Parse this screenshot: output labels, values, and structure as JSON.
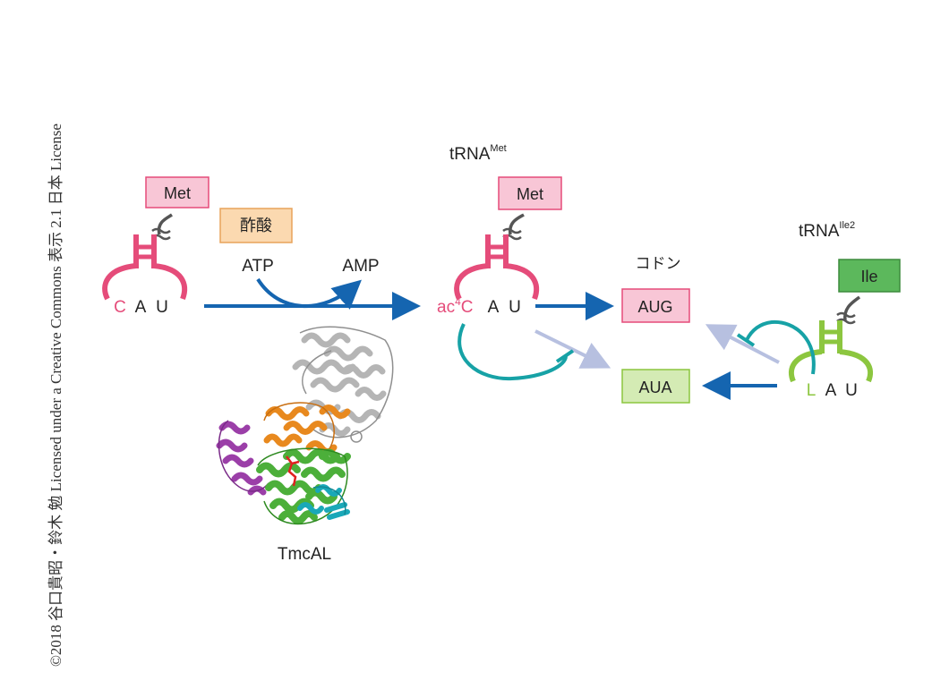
{
  "copyright": "©2018 谷口貴昭・鈴木 勉 Licensed under a Creative Commons 表示 2.1 日本 License",
  "left_trna": {
    "amino_acid": "Met",
    "anticodon": [
      "C",
      "A",
      "U"
    ]
  },
  "reaction": {
    "acetate_label": "酢酸",
    "atp_label": "ATP",
    "amp_label": "AMP"
  },
  "middle_trna": {
    "title_main": "tRNA",
    "title_sup": "Met",
    "amino_acid": "Met",
    "modified_base_prefix": "ac",
    "modified_base_sup": "4",
    "modified_base_suffix": "C",
    "anticodon_rest": [
      "A",
      "U"
    ]
  },
  "codons": {
    "heading": "コドン",
    "aug": "AUG",
    "aua": "AUA"
  },
  "right_trna": {
    "title_main": "tRNA",
    "title_sup": "Ile2",
    "amino_acid": "Ile",
    "anticodon": [
      "L",
      "A",
      "U"
    ]
  },
  "enzyme": {
    "name": "TmcAL"
  },
  "colors": {
    "met_pink": "#e54c7a",
    "met_box_fill": "#f8c6d6",
    "lysidine_green": "#8cc63f",
    "ile_box_fill": "#5cb85c",
    "aua_box_fill": "#d4ebb4",
    "acetate_box_fill": "#fbd9b0",
    "arrow_blue": "#1565b0",
    "inhibit_teal": "#17a2a6",
    "weak_arrow": "#b7c0e0",
    "ribbon_purple": "#9b3fa8",
    "ribbon_orange": "#e8891e",
    "ribbon_green": "#4caf3a",
    "ribbon_cyan": "#1aa8b8",
    "ribbon_gray": "#b5b5b5"
  }
}
